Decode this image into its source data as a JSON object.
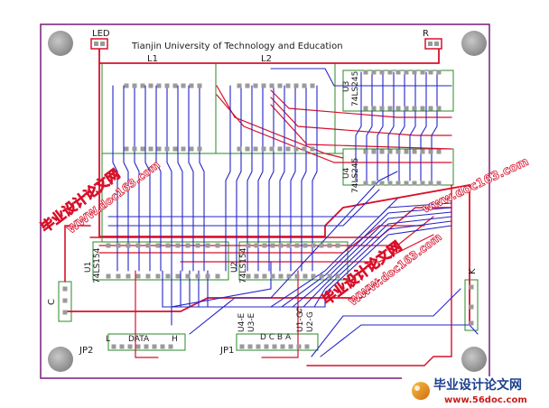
{
  "board": {
    "title": "Tianjin University of Technology and Education",
    "labels": {
      "led": "LED",
      "r": "R",
      "l1": "L1",
      "l2": "L2",
      "u1": "U1",
      "u1_part": "74LS154",
      "u2": "U2",
      "u2_part": "74LS154",
      "u3": "U3",
      "u3_part": "74LS245",
      "u4": "U4",
      "u4_part": "74LS245",
      "c": "C",
      "k": "K",
      "jp1": "JP1",
      "jp2": "JP2",
      "l_pin": "L",
      "data": "DATA",
      "h_pin": "H",
      "dcba": "D C B A",
      "g_pins": "G",
      "u4_e": "U4-E",
      "u3_e": "U3-E",
      "u1_g": "U1-G",
      "u2_g": "U2-G"
    },
    "colors": {
      "outline": "#7a1a7a",
      "trace_red": "#d8102a",
      "trace_blue": "#2424c8",
      "trace_green": "#2a8a2a",
      "pad": "#9a9a9a",
      "mount_hole": "#a0a0a0"
    }
  },
  "watermarks": {
    "mark1_cn": "毕业设计论文网",
    "mark1_url": "WWW.doc163.com",
    "mark2_cn": "毕业设计论文网",
    "mark2_url": "WWW.doc163.com",
    "corner_url": "www.doc163.com",
    "footer_cn": "毕业设计论文网",
    "footer_url": "www.56doc.com"
  }
}
